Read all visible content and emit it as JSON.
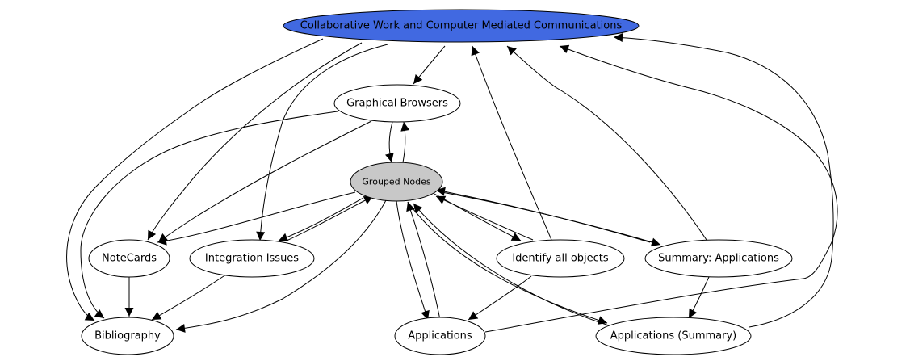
{
  "graph": {
    "nodes": {
      "collab": {
        "label": "Collaborative Work and Computer Mediated Communications",
        "fill": "#4169e1"
      },
      "graphical_browsers": {
        "label": "Graphical Browsers",
        "fill": "#ffffff"
      },
      "grouped_nodes": {
        "label": "Grouped Nodes",
        "fill": "#c8c8c8"
      },
      "notecards": {
        "label": "NoteCards",
        "fill": "#ffffff"
      },
      "integration_issues": {
        "label": "Integration Issues",
        "fill": "#ffffff"
      },
      "identify_all_objects": {
        "label": "Identify all objects",
        "fill": "#ffffff"
      },
      "summary_applications": {
        "label": "Summary: Applications",
        "fill": "#ffffff"
      },
      "bibliography": {
        "label": "Bibliography",
        "fill": "#ffffff"
      },
      "applications": {
        "label": "Applications",
        "fill": "#ffffff"
      },
      "applications_summary": {
        "label": "Applications (Summary)",
        "fill": "#ffffff"
      }
    },
    "edge_color": "#000000"
  }
}
